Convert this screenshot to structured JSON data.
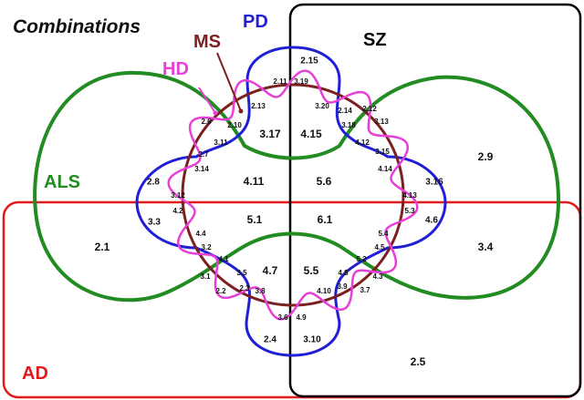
{
  "title": "Combinations",
  "sets": [
    {
      "id": "AD",
      "label": "AD",
      "color": "#e31a1c"
    },
    {
      "id": "SZ",
      "label": "SZ",
      "color": "#000000"
    },
    {
      "id": "ALS",
      "label": "ALS",
      "color": "#228b22"
    },
    {
      "id": "PD",
      "label": "PD",
      "color": "#1f1fd6"
    },
    {
      "id": "MS",
      "label": "MS",
      "color": "#7b1f1f"
    },
    {
      "id": "HD",
      "label": "HD",
      "color": "#e640d8"
    }
  ],
  "regions": [
    "2.15",
    "2.11",
    "3.19",
    "2.13",
    "3.20",
    "2.14",
    "2.12",
    "3.18",
    "3.13",
    "2.6",
    "2.10",
    "3.17",
    "4.15",
    "4.12",
    "3.11",
    "2.7",
    "3.15",
    "2.9",
    "2.8",
    "3.14",
    "4.11",
    "5.6",
    "4.14",
    "3.16",
    "3.12",
    "4.13",
    "4.2",
    "5.3",
    "3.3",
    "5.1",
    "6.1",
    "4.6",
    "2.1",
    "4.4",
    "5.4",
    "3.2",
    "4.5",
    "3.4",
    "4.1",
    "5.2",
    "4.7",
    "5.5",
    "3.1",
    "3.5",
    "4.8",
    "4.3",
    "2.2",
    "2.3",
    "3.8",
    "4.10",
    "3.9",
    "3.7",
    "3.6",
    "4.9",
    "2.4",
    "3.10",
    "2.5"
  ]
}
